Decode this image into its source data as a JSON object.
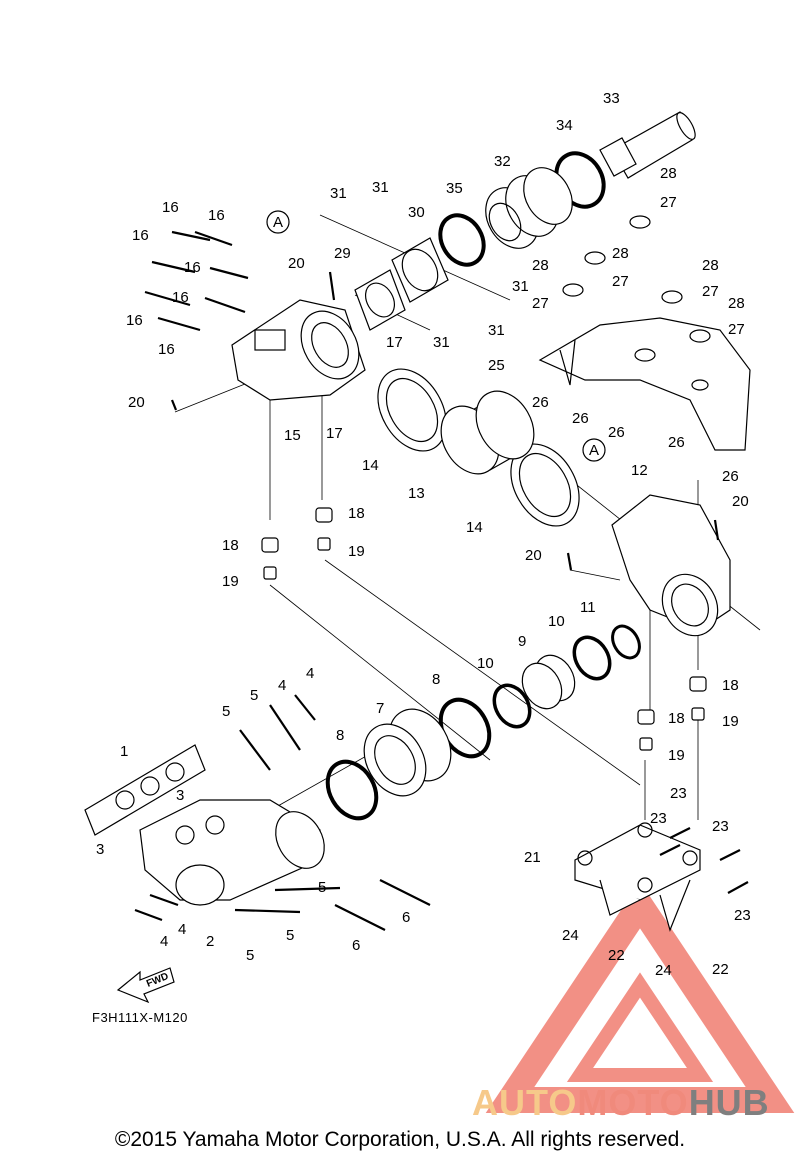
{
  "diagram": {
    "callouts": [
      {
        "id": "c-33",
        "text": "33"
      },
      {
        "id": "c-34",
        "text": "34"
      },
      {
        "id": "c-32",
        "text": "32"
      },
      {
        "id": "c-35",
        "text": "35"
      },
      {
        "id": "c-30",
        "text": "30"
      },
      {
        "id": "c-31a",
        "text": "31"
      },
      {
        "id": "c-31b",
        "text": "31"
      },
      {
        "id": "c-31c",
        "text": "31"
      },
      {
        "id": "c-31d",
        "text": "31"
      },
      {
        "id": "c-31e",
        "text": "31"
      },
      {
        "id": "c-29",
        "text": "29"
      },
      {
        "id": "c-20a",
        "text": "20"
      },
      {
        "id": "c-20b",
        "text": "20"
      },
      {
        "id": "c-20c",
        "text": "20"
      },
      {
        "id": "c-20d",
        "text": "20"
      },
      {
        "id": "c-16a",
        "text": "16"
      },
      {
        "id": "c-16b",
        "text": "16"
      },
      {
        "id": "c-16c",
        "text": "16"
      },
      {
        "id": "c-16d",
        "text": "16"
      },
      {
        "id": "c-16e",
        "text": "16"
      },
      {
        "id": "c-16f",
        "text": "16"
      },
      {
        "id": "c-16g",
        "text": "16"
      },
      {
        "id": "c-17a",
        "text": "17"
      },
      {
        "id": "c-17b",
        "text": "17"
      },
      {
        "id": "c-15",
        "text": "15"
      },
      {
        "id": "c-14a",
        "text": "14"
      },
      {
        "id": "c-14b",
        "text": "14"
      },
      {
        "id": "c-13",
        "text": "13"
      },
      {
        "id": "c-12",
        "text": "12"
      },
      {
        "id": "c-25",
        "text": "25"
      },
      {
        "id": "c-26a",
        "text": "26"
      },
      {
        "id": "c-26b",
        "text": "26"
      },
      {
        "id": "c-26c",
        "text": "26"
      },
      {
        "id": "c-26d",
        "text": "26"
      },
      {
        "id": "c-26e",
        "text": "26"
      },
      {
        "id": "c-27a",
        "text": "27"
      },
      {
        "id": "c-27b",
        "text": "27"
      },
      {
        "id": "c-27c",
        "text": "27"
      },
      {
        "id": "c-27d",
        "text": "27"
      },
      {
        "id": "c-28a",
        "text": "28"
      },
      {
        "id": "c-28b",
        "text": "28"
      },
      {
        "id": "c-28c",
        "text": "28"
      },
      {
        "id": "c-28d",
        "text": "28"
      },
      {
        "id": "c-18a",
        "text": "18"
      },
      {
        "id": "c-18b",
        "text": "18"
      },
      {
        "id": "c-18c",
        "text": "18"
      },
      {
        "id": "c-18d",
        "text": "18"
      },
      {
        "id": "c-19a",
        "text": "19"
      },
      {
        "id": "c-19b",
        "text": "19"
      },
      {
        "id": "c-19c",
        "text": "19"
      },
      {
        "id": "c-19d",
        "text": "19"
      },
      {
        "id": "c-11",
        "text": "11"
      },
      {
        "id": "c-10a",
        "text": "10"
      },
      {
        "id": "c-10b",
        "text": "10"
      },
      {
        "id": "c-9",
        "text": "9"
      },
      {
        "id": "c-8a",
        "text": "8"
      },
      {
        "id": "c-8b",
        "text": "8"
      },
      {
        "id": "c-7",
        "text": "7"
      },
      {
        "id": "c-6a",
        "text": "6"
      },
      {
        "id": "c-6b",
        "text": "6"
      },
      {
        "id": "c-5a",
        "text": "5"
      },
      {
        "id": "c-5b",
        "text": "5"
      },
      {
        "id": "c-5c",
        "text": "5"
      },
      {
        "id": "c-5d",
        "text": "5"
      },
      {
        "id": "c-5e",
        "text": "5"
      },
      {
        "id": "c-4a",
        "text": "4"
      },
      {
        "id": "c-4b",
        "text": "4"
      },
      {
        "id": "c-4c",
        "text": "4"
      },
      {
        "id": "c-4d",
        "text": "4"
      },
      {
        "id": "c-3a",
        "text": "3"
      },
      {
        "id": "c-3b",
        "text": "3"
      },
      {
        "id": "c-2",
        "text": "2"
      },
      {
        "id": "c-1",
        "text": "1"
      },
      {
        "id": "c-21",
        "text": "21"
      },
      {
        "id": "c-22a",
        "text": "22"
      },
      {
        "id": "c-22b",
        "text": "22"
      },
      {
        "id": "c-23a",
        "text": "23"
      },
      {
        "id": "c-23b",
        "text": "23"
      },
      {
        "id": "c-23c",
        "text": "23"
      },
      {
        "id": "c-23d",
        "text": "23"
      },
      {
        "id": "c-24a",
        "text": "24"
      },
      {
        "id": "c-24b",
        "text": "24"
      }
    ],
    "ref_marks": [
      "A",
      "A"
    ],
    "fwd_label": "FWD",
    "drawing_code": "F3H111X-M120"
  },
  "watermark": {
    "brand_part1": "AUTO",
    "brand_part2": "MOTO",
    "brand_part3": "HUB",
    "colors": {
      "triangle": "#f07d70",
      "auto": "#f6c98a",
      "moto": "#f08a7c",
      "hub": "#7f7f7f"
    }
  },
  "footer": {
    "copyright": "©2015 Yamaha Motor Corporation, U.S.A. All rights reserved."
  }
}
